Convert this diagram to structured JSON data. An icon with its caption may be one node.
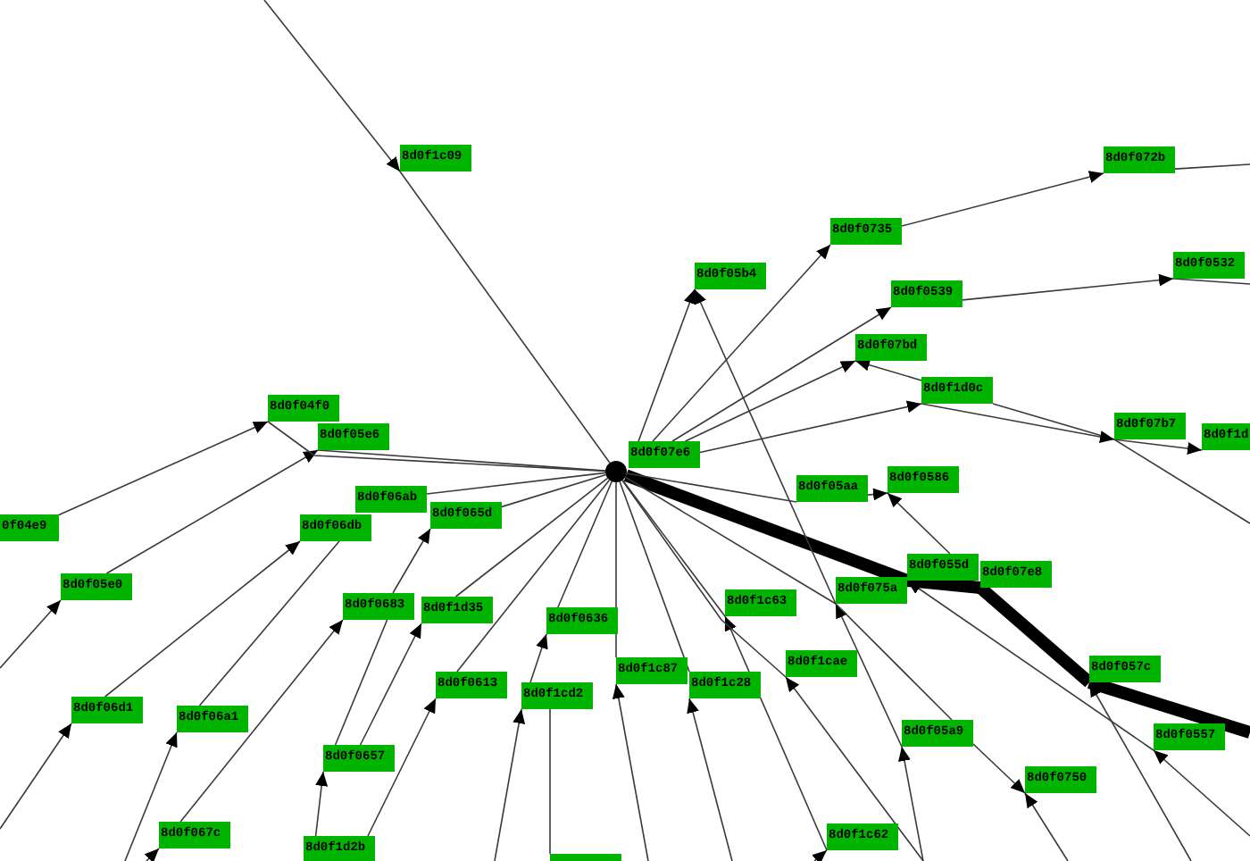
{
  "diagram": {
    "nodes": [
      {
        "text": [
          "8d0f1c09"
        ]
      },
      {
        "text": [
          "8d0f072b"
        ]
      },
      {
        "text": [
          "8d0f0735"
        ]
      },
      {
        "text": [
          "8d0f0532"
        ]
      },
      {
        "text": [
          "8d0f05b4"
        ]
      },
      {
        "text": [
          "8d0f0539"
        ]
      },
      {
        "text": [
          "8d0f07bd"
        ]
      },
      {
        "text": [
          "8d0f1d0c"
        ]
      },
      {
        "text": [
          "8d0f04f0"
        ]
      },
      {
        "text": [
          "8d0f05e6"
        ]
      },
      {
        "text": [
          "8d0f07b7"
        ]
      },
      {
        "text": [
          "8d0f1d"
        ]
      },
      {
        "text": [
          "8d0f07e6"
        ]
      },
      {
        "text": [
          "8d0f0586"
        ]
      },
      {
        "text": [
          "8d0f05aa"
        ]
      },
      {
        "text": [
          "8d0f06ab"
        ]
      },
      {
        "text": [
          "8d0f065d"
        ]
      },
      {
        "text": [
          "8d0f06db"
        ]
      },
      {
        "text": [
          "0f04e9"
        ]
      },
      {
        "text": [
          "8d0f055d"
        ]
      },
      {
        "text": [
          "8d0f07e8"
        ]
      },
      {
        "text": [
          "8d0f05e0"
        ]
      },
      {
        "text": [
          "8d0f075a"
        ]
      },
      {
        "text": [
          "8d0f1c63"
        ]
      },
      {
        "text": [
          "8d0f0683"
        ]
      },
      {
        "text": [
          "8d0f1d35"
        ]
      },
      {
        "text": [
          "8d0f0636"
        ]
      },
      {
        "text": [
          "8d0f1cae"
        ]
      },
      {
        "text": [
          "8d0f057c"
        ]
      },
      {
        "text": [
          "8d0f1c87"
        ]
      },
      {
        "text": [
          "8d0f0613"
        ]
      },
      {
        "text": [
          "8d0f1c28"
        ]
      },
      {
        "text": [
          "8d0f1cd2"
        ]
      },
      {
        "text": [
          "8d0f06d1"
        ]
      },
      {
        "text": [
          "8d0f06a1"
        ]
      },
      {
        "text": [
          "8d0f05a9"
        ]
      },
      {
        "text": [
          "8d0f0557"
        ]
      },
      {
        "text": [
          "8d0f0657"
        ]
      },
      {
        "text": [
          "8d0f0750"
        ]
      },
      {
        "text": [
          "8d0f067c"
        ]
      },
      {
        "text": [
          "8d0f1c62"
        ]
      },
      {
        "text": [
          "8d0f1d2b"
        ]
      },
      {
        "text": [],
        "shape": "box"
      },
      {
        "text": [],
        "shape": "circle"
      }
    ],
    "edges": [
      {
        "from": null,
        "to": 0,
        "arrow": "to"
      },
      {
        "from": 0,
        "to": 43,
        "arrow": "none"
      },
      {
        "from": 2,
        "to": 1,
        "arrow": "to"
      },
      {
        "from": 1,
        "to": null,
        "arrow": "none"
      },
      {
        "from": 12,
        "to": 2,
        "arrow": "to"
      },
      {
        "from": 12,
        "to": 4,
        "arrow": "to"
      },
      {
        "from": 12,
        "to": 5,
        "arrow": "to"
      },
      {
        "from": 5,
        "to": 3,
        "arrow": "to"
      },
      {
        "from": 3,
        "to": null,
        "arrow": "none"
      },
      {
        "from": 12,
        "to": 6,
        "arrow": "to"
      },
      {
        "from": 7,
        "to": 6,
        "arrow": "to"
      },
      {
        "from": 10,
        "to": 7,
        "arrow": "none"
      },
      {
        "from": 12,
        "to": 7,
        "arrow": "to"
      },
      {
        "from": 7,
        "to": 10,
        "arrow": "to"
      },
      {
        "from": 10,
        "to": 11,
        "arrow": "to"
      },
      {
        "from": 10,
        "to": null,
        "arrow": "none"
      },
      {
        "from": 43,
        "to": 14,
        "arrow": "none"
      },
      {
        "from": 14,
        "to": 13,
        "arrow": "to"
      },
      {
        "from": 19,
        "to": 13,
        "arrow": "to"
      },
      {
        "from": 43,
        "to": 19,
        "arrow": "none",
        "style": "thick"
      },
      {
        "from": 19,
        "to": 20,
        "arrow": "none",
        "style": "thick"
      },
      {
        "from": 20,
        "to": 28,
        "arrow": "none",
        "style": "thick"
      },
      {
        "from": 28,
        "to": null,
        "arrow": "none",
        "style": "thick"
      },
      {
        "from": 36,
        "to": 19,
        "arrow": "to"
      },
      {
        "from": null,
        "to": 36,
        "arrow": "to"
      },
      {
        "from": null,
        "to": 28,
        "arrow": "to"
      },
      {
        "from": 22,
        "to": 4,
        "arrow": "to"
      },
      {
        "from": 35,
        "to": 22,
        "arrow": "to"
      },
      {
        "from": null,
        "to": 35,
        "arrow": "to"
      },
      {
        "from": 22,
        "to": 35,
        "arrow": "none"
      },
      {
        "from": 35,
        "to": 38,
        "arrow": "to"
      },
      {
        "from": null,
        "to": 38,
        "arrow": "to"
      },
      {
        "from": null,
        "to": 40,
        "arrow": "to"
      },
      {
        "from": 40,
        "to": 23,
        "arrow": "to"
      },
      {
        "from": 43,
        "to": 23,
        "arrow": "none"
      },
      {
        "from": 43,
        "to": 27,
        "arrow": "none"
      },
      {
        "from": null,
        "to": 27,
        "arrow": "to"
      },
      {
        "from": 43,
        "to": 31,
        "arrow": "none"
      },
      {
        "from": null,
        "to": 31,
        "arrow": "to"
      },
      {
        "from": 43,
        "to": 29,
        "arrow": "none"
      },
      {
        "from": null,
        "to": 29,
        "arrow": "to"
      },
      {
        "from": 42,
        "to": 32,
        "arrow": "none"
      },
      {
        "from": 26,
        "to": 43,
        "arrow": "none"
      },
      {
        "from": 32,
        "to": 26,
        "arrow": "to"
      },
      {
        "from": null,
        "to": 32,
        "arrow": "to"
      },
      {
        "from": 30,
        "to": 43,
        "arrow": "none"
      },
      {
        "from": 41,
        "to": 30,
        "arrow": "to"
      },
      {
        "from": 25,
        "to": 43,
        "arrow": "none"
      },
      {
        "from": 37,
        "to": 25,
        "arrow": "to"
      },
      {
        "from": 41,
        "to": 37,
        "arrow": "to"
      },
      {
        "from": 37,
        "to": 24,
        "arrow": "none"
      },
      {
        "from": 24,
        "to": 16,
        "arrow": "to"
      },
      {
        "from": 39,
        "to": 24,
        "arrow": "to"
      },
      {
        "from": null,
        "to": 39,
        "arrow": "to"
      },
      {
        "from": null,
        "to": 34,
        "arrow": "to"
      },
      {
        "from": 34,
        "to": 17,
        "arrow": "none"
      },
      {
        "from": 33,
        "to": 17,
        "arrow": "to"
      },
      {
        "from": null,
        "to": 33,
        "arrow": "to"
      },
      {
        "from": 21,
        "to": 9,
        "arrow": "to"
      },
      {
        "from": null,
        "to": 21,
        "arrow": "to"
      },
      {
        "from": 18,
        "to": 8,
        "arrow": "to"
      },
      {
        "from": 8,
        "to": 43,
        "arrow": "none"
      },
      {
        "from": 9,
        "to": 43,
        "arrow": "none"
      },
      {
        "from": 15,
        "to": 43,
        "arrow": "none"
      },
      {
        "from": 16,
        "to": 43,
        "arrow": "none"
      },
      {
        "from": 43,
        "to": 22,
        "arrow": "none"
      }
    ]
  }
}
